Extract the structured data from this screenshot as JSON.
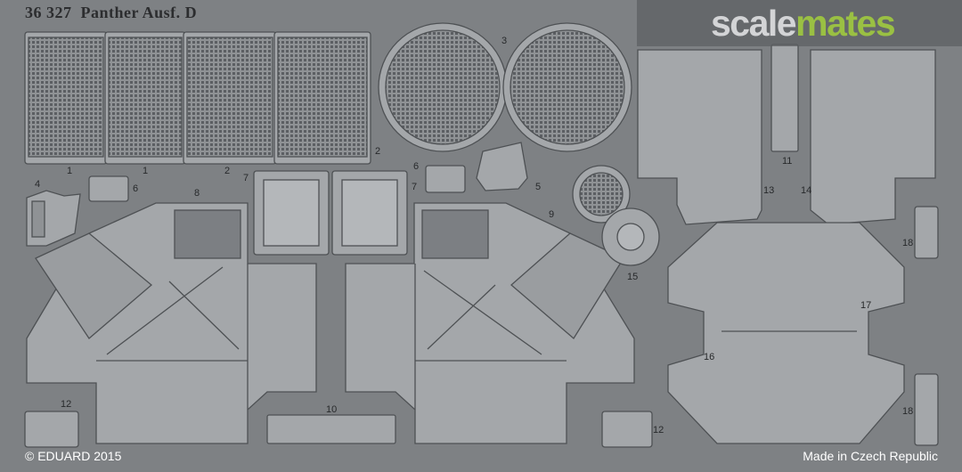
{
  "header": {
    "kit_code": "36 327",
    "kit_title": "Panther Ausf. D"
  },
  "logo": {
    "part1": "scale",
    "part2": "mates"
  },
  "footer": {
    "copyright": "© EDUARD 2015",
    "origin": "Made in Czech Republic"
  },
  "part_numbers": {
    "p1a": "1",
    "p1b": "1",
    "p2a": "2",
    "p2b": "2",
    "p3": "3",
    "p4": "4",
    "p5": "5",
    "p6a": "6",
    "p6b": "6",
    "p7a": "7",
    "p7b": "7",
    "p8": "8",
    "p9": "9",
    "p10": "10",
    "p11": "11",
    "p12a": "12",
    "p12b": "12",
    "p13": "13",
    "p14": "14",
    "p15": "15",
    "p16": "16",
    "p17": "17",
    "p18a": "18",
    "p18b": "18"
  },
  "colors": {
    "fret": "#7e8184",
    "part": "#a4a7aa",
    "outline": "#4e5154",
    "mesh": "#5f6266",
    "logo_green": "#9ac043"
  }
}
